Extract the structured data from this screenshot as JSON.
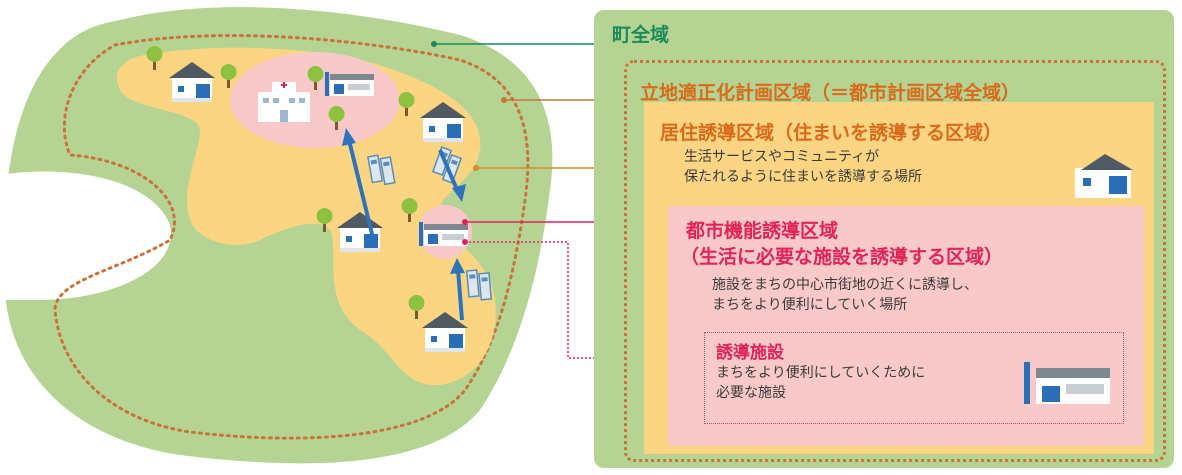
{
  "town_area": {
    "label": "町全域",
    "color": "#b5d493"
  },
  "location_plan_area": {
    "label": "立地適正化計画区域（＝都市計画区域全域）",
    "color": "#c8733a"
  },
  "residential_area": {
    "label": "居住誘導区域（住まいを誘導する区域）",
    "desc_line1": "生活サービスやコミュニティが",
    "desc_line2": "保たれるように住まいを誘導する場所",
    "color": "#fbd582"
  },
  "urban_function_area": {
    "label_line1": "都市機能誘導区域",
    "label_line2": "（生活に必要な施設を誘導する区域）",
    "desc_line1": "施設をまちの中心市街地の近くに誘導し、",
    "desc_line2": "まちをより便利にしていく場所",
    "color": "#f9c9c9"
  },
  "induced_facility": {
    "label": "誘導施設",
    "desc_line1": "まちをより便利にしていくために",
    "desc_line2": "必要な施設",
    "color": "#e0245a"
  },
  "icons": {
    "house": "house-icon",
    "tree": "tree-icon",
    "hospital": "hospital-icon",
    "store": "store-icon",
    "train": "train-icon",
    "arrow": "arrow-icon"
  }
}
